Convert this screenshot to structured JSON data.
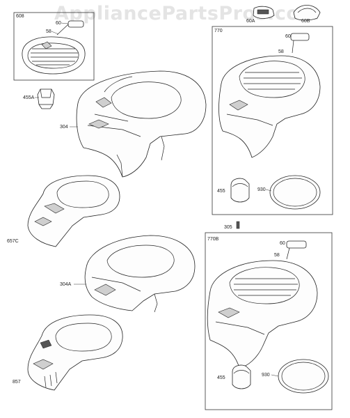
{
  "watermark": "AppliancePartsPros.com",
  "kits": {
    "box_608": "608",
    "box_770": "770",
    "box_770B": "770B"
  },
  "labels": {
    "l_608_60": "60",
    "l_608_58": "58",
    "l_60A": "60A",
    "l_60B": "60B",
    "l_770_60": "60",
    "l_770_58": "58",
    "l_455A": "455A",
    "l_304": "304",
    "l_770_455": "455",
    "l_770_930": "930",
    "l_305": "305",
    "l_657C": "657C",
    "l_304A": "304A",
    "l_770B_60": "60",
    "l_770B_58": "58",
    "l_770B_455": "455",
    "l_770B_930": "930",
    "l_857": "857"
  }
}
